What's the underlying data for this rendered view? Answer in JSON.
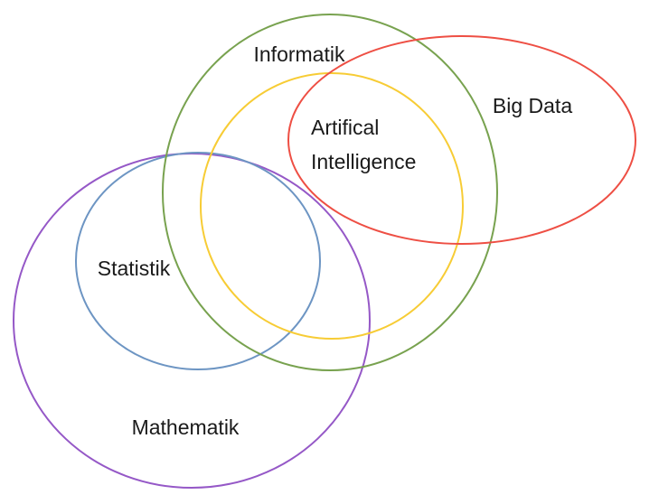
{
  "diagram": {
    "type": "venn",
    "sets": [
      {
        "label_lines": [
          "Informatik"
        ],
        "color": "#78a24f"
      },
      {
        "label_lines": [
          "Big Data"
        ],
        "color": "#ee4f44"
      },
      {
        "label_lines": [
          "Artifical",
          "Intelligence"
        ],
        "color": "#f7cc35"
      },
      {
        "label_lines": [
          "Statistik"
        ],
        "color": "#6d95c3"
      },
      {
        "label_lines": [
          "Mathematik"
        ],
        "color": "#9558c7"
      }
    ]
  }
}
